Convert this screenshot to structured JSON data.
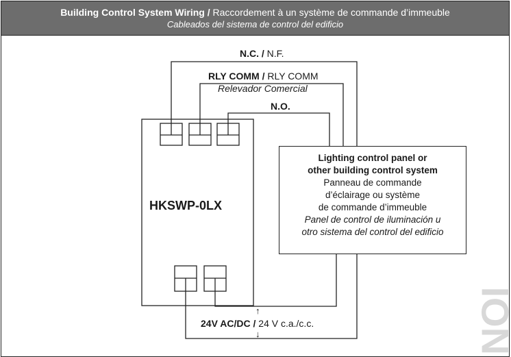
{
  "header": {
    "title_bold": "Building Control System Wiring /",
    "title_rest": " Raccordement à un système de commande d’immeuble",
    "subtitle": "Cableados del sistema de control del edificio"
  },
  "labels": {
    "nc_bold": "N.C. /",
    "nc_rest": " N.F.",
    "rly_bold": "RLY COMM /",
    "rly_rest": " RLY COMM",
    "rly_es": "Relevador Comercial",
    "no": "N.O.",
    "power_bold": "24V AC/DC /",
    "power_rest": " 24 V c.a./c.c.",
    "arrow_up": "↑",
    "arrow_down": "↓"
  },
  "device": {
    "name": "HKSWP-0LX"
  },
  "panel": {
    "en_line1": "Lighting control panel or",
    "en_line2": "other building control system",
    "fr_line1": "Panneau de commande",
    "fr_line2": "d’éclairage ou système",
    "fr_line3": "de commande d’immeuble",
    "es_line1": "Panel de control de iluminación  u",
    "es_line2": "otro sistema del control del edificio"
  },
  "watermark": {
    "text": "NOI"
  }
}
